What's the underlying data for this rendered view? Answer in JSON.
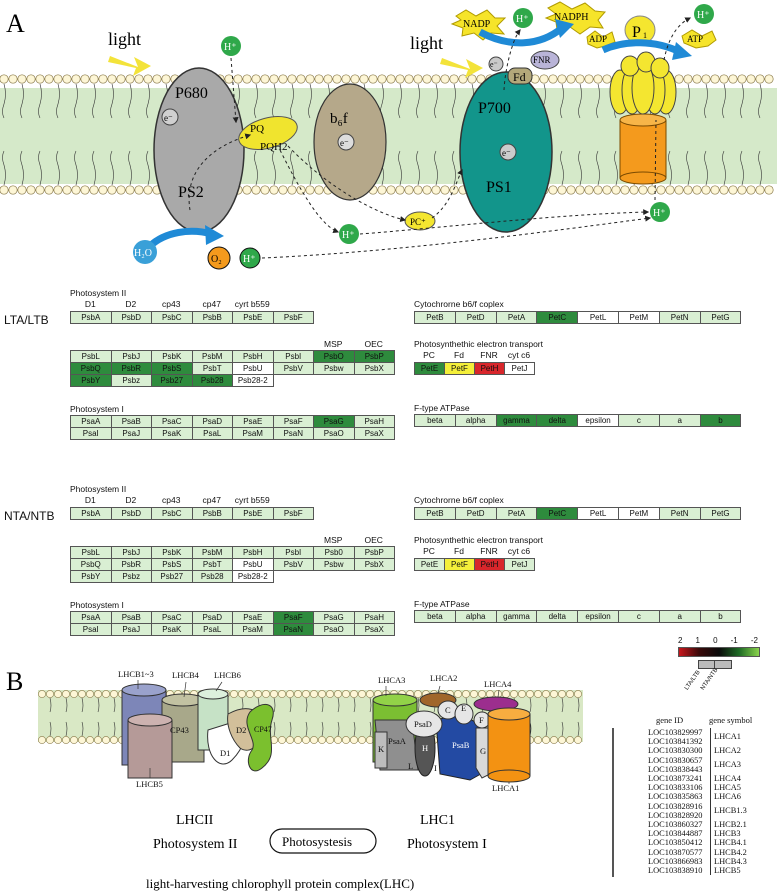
{
  "panel_a": {
    "letter": "A",
    "light_left": "light",
    "light_right": "light",
    "p680": "P680",
    "ps2": "PS2",
    "e_minus": "e⁻",
    "pq": "PQ",
    "pqh2": "PQH2",
    "b6f": "b₆f",
    "p700": "P700",
    "ps1": "PS1",
    "fd": "Fd",
    "fnr": "FNR",
    "nadp": "NADP",
    "nadph": "NADPH",
    "adp": "ADP",
    "atp": "ATP",
    "pi": "P",
    "pi_sub": "1",
    "h_plus": "H⁺",
    "h2o": "H₂O",
    "o2": "O₂",
    "pc": "PC⁺"
  },
  "sections": [
    {
      "label": "LTA/LTB",
      "ps2": {
        "title": "Photosystem II",
        "col_labels": [
          "D1",
          "D2",
          "cp43",
          "cp47",
          "cyrt b559",
          ""
        ],
        "rows": [
          [
            [
              "PsbA",
              "0"
            ],
            [
              "PsbD",
              "0"
            ],
            [
              "PsbC",
              "0"
            ],
            [
              "PsbB",
              "0"
            ],
            [
              "PsbE",
              "0"
            ],
            [
              "PsbF",
              "0"
            ]
          ]
        ]
      },
      "ps2b": {
        "col_labels": [
          "",
          "",
          "",
          "",
          "",
          "",
          "MSP",
          "OEC"
        ],
        "rows": [
          [
            [
              "PsbL",
              "0"
            ],
            [
              "PsbJ",
              "0"
            ],
            [
              "PsbK",
              "0"
            ],
            [
              "PsbM",
              "0"
            ],
            [
              "PsbH",
              "0"
            ],
            [
              "PsbI",
              "0"
            ],
            [
              "PsbO",
              "D"
            ],
            [
              "PsbP",
              "D"
            ]
          ],
          [
            [
              "PsbQ",
              "D"
            ],
            [
              "PsbR",
              "D"
            ],
            [
              "PsbS",
              "D"
            ],
            [
              "PsbT",
              "0"
            ],
            [
              "PsbU",
              "W"
            ],
            [
              "PsbV",
              "0"
            ],
            [
              "Psbw",
              "0"
            ],
            [
              "PsbX",
              "0"
            ]
          ],
          [
            [
              "PsbY",
              "D"
            ],
            [
              "Psbz",
              "0"
            ],
            [
              "Psb27",
              "D"
            ],
            [
              "Psb28",
              "D"
            ],
            [
              "Psb28-2",
              "W"
            ]
          ]
        ]
      },
      "ps1": {
        "title": "Photosystem I",
        "rows": [
          [
            [
              "PsaA",
              "0"
            ],
            [
              "PsaB",
              "0"
            ],
            [
              "PsaC",
              "0"
            ],
            [
              "PsaD",
              "0"
            ],
            [
              "PsaE",
              "0"
            ],
            [
              "PsaF",
              "0"
            ],
            [
              "PsaG",
              "D"
            ],
            [
              "PsaH",
              "0"
            ]
          ],
          [
            [
              "PsaI",
              "0"
            ],
            [
              "PsaJ",
              "0"
            ],
            [
              "PsaK",
              "0"
            ],
            [
              "PsaL",
              "0"
            ],
            [
              "PsaM",
              "0"
            ],
            [
              "PsaN",
              "0"
            ],
            [
              "PsaO",
              "0"
            ],
            [
              "PsaX",
              "0"
            ]
          ]
        ]
      },
      "b6f": {
        "title": "Cytochrorne b6/f coplex",
        "rows": [
          [
            [
              "PetB",
              "0"
            ],
            [
              "PetD",
              "0"
            ],
            [
              "PetA",
              "0"
            ],
            [
              "PetC",
              "D"
            ],
            [
              "PetL",
              "W"
            ],
            [
              "PetM",
              "W"
            ],
            [
              "PetN",
              "0"
            ],
            [
              "PetG",
              "0"
            ]
          ]
        ]
      },
      "pet": {
        "title": "Photosynthethic electron transport",
        "col_labels": [
          "PC",
          "Fd",
          "FNR",
          "cyt c6"
        ],
        "rows": [
          [
            [
              "PetE",
              "D"
            ],
            [
              "PetF",
              "Y"
            ],
            [
              "PetH",
              "R"
            ],
            [
              "PetJ",
              "W"
            ]
          ]
        ]
      },
      "atp": {
        "title": "F-type ATPase",
        "rows": [
          [
            [
              "beta",
              "0"
            ],
            [
              "alpha",
              "0"
            ],
            [
              "gamma",
              "D"
            ],
            [
              "delta",
              "D"
            ],
            [
              "epsilon",
              "W"
            ],
            [
              "c",
              "0"
            ],
            [
              "a",
              "0"
            ],
            [
              "b",
              "D"
            ]
          ]
        ]
      }
    },
    {
      "label": "NTA/NTB",
      "ps2": {
        "title": "Photosystem II",
        "col_labels": [
          "D1",
          "D2",
          "cp43",
          "cp47",
          "cyrt b559",
          ""
        ],
        "rows": [
          [
            [
              "PsbA",
              "0"
            ],
            [
              "PsbD",
              "0"
            ],
            [
              "PsbC",
              "0"
            ],
            [
              "PsbB",
              "0"
            ],
            [
              "PsbE",
              "0"
            ],
            [
              "PsbF",
              "0"
            ]
          ]
        ]
      },
      "ps2b": {
        "col_labels": [
          "",
          "",
          "",
          "",
          "",
          "",
          "MSP",
          "OEC"
        ],
        "rows": [
          [
            [
              "PsbL",
              "0"
            ],
            [
              "PsbJ",
              "0"
            ],
            [
              "PsbK",
              "0"
            ],
            [
              "PsbM",
              "0"
            ],
            [
              "PsbH",
              "0"
            ],
            [
              "PsbI",
              "0"
            ],
            [
              "Psb0",
              "0"
            ],
            [
              "PsbP",
              "0"
            ]
          ],
          [
            [
              "PsbQ",
              "0"
            ],
            [
              "PsbR",
              "0"
            ],
            [
              "PsbS",
              "0"
            ],
            [
              "PsbT",
              "0"
            ],
            [
              "PsbU",
              "W"
            ],
            [
              "PsbV",
              "0"
            ],
            [
              "Psbw",
              "0"
            ],
            [
              "PsbX",
              "0"
            ]
          ],
          [
            [
              "PsbY",
              "0"
            ],
            [
              "Psbz",
              "0"
            ],
            [
              "Psb27",
              "0"
            ],
            [
              "Psb28",
              "0"
            ],
            [
              "Psb28-2",
              "W"
            ]
          ]
        ]
      },
      "ps1": {
        "title": "Photosystem I",
        "rows": [
          [
            [
              "PsaA",
              "0"
            ],
            [
              "PsaB",
              "0"
            ],
            [
              "PsaC",
              "0"
            ],
            [
              "PsaD",
              "0"
            ],
            [
              "PsaE",
              "0"
            ],
            [
              "PsaF",
              "D"
            ],
            [
              "PsaG",
              "0"
            ],
            [
              "PsaH",
              "0"
            ]
          ],
          [
            [
              "PsaI",
              "0"
            ],
            [
              "PsaJ",
              "0"
            ],
            [
              "PsaK",
              "0"
            ],
            [
              "PsaL",
              "0"
            ],
            [
              "PsaM",
              "0"
            ],
            [
              "PsaN",
              "D"
            ],
            [
              "PsaO",
              "0"
            ],
            [
              "PsaX",
              "0"
            ]
          ]
        ]
      },
      "b6f": {
        "title": "Cytochrorne b6/f coplex",
        "rows": [
          [
            [
              "PetB",
              "0"
            ],
            [
              "PetD",
              "0"
            ],
            [
              "PetA",
              "0"
            ],
            [
              "PetC",
              "D"
            ],
            [
              "PetL",
              "W"
            ],
            [
              "PetM",
              "W"
            ],
            [
              "PetN",
              "0"
            ],
            [
              "PetG",
              "0"
            ]
          ]
        ]
      },
      "pet": {
        "title": "Photosynthethic electron transport",
        "col_labels": [
          "PC",
          "Fd",
          "FNR",
          "cyt c6"
        ],
        "rows": [
          [
            [
              "PetE",
              "0"
            ],
            [
              "PetF",
              "Y"
            ],
            [
              "PetH",
              "R"
            ],
            [
              "PetJ",
              "0"
            ]
          ]
        ]
      },
      "atp": {
        "title": "F-type ATPase",
        "rows": [
          [
            [
              "beta",
              "0"
            ],
            [
              "alpha",
              "0"
            ],
            [
              "gamma",
              "0"
            ],
            [
              "delta",
              "0"
            ],
            [
              "epsilon",
              "0"
            ],
            [
              "c",
              "0"
            ],
            [
              "a",
              "0"
            ],
            [
              "b",
              "0"
            ]
          ]
        ]
      }
    }
  ],
  "colors": {
    "0": "#d9efd3",
    "W": "#ffffff",
    "D": "#2e8b3d",
    "M": "#7dbf6a",
    "Y": "#f4ef3a",
    "R": "#d8262b"
  },
  "legend": {
    "ticks": [
      "2",
      "1",
      "0",
      "-1",
      "-2"
    ],
    "cols": [
      "LTA/LTB",
      "NTA/NTB"
    ]
  },
  "panel_b": {
    "letter": "B",
    "labels": {
      "lhcb13": "LHCB1~3",
      "lhcb4": "LHCB4",
      "lhcb6": "LHCB6",
      "lhcb5": "LHCB5",
      "cp43": "CP43",
      "cp47": "CP47",
      "d1": "D1",
      "d2": "D2",
      "lhca3": "LHCA3",
      "lhca2": "LHCA2",
      "lhca4": "LHCA4",
      "lhca1": "LHCA1",
      "psad": "PsaD",
      "psaa": "PsaA",
      "psab": "PsaB",
      "c": "C",
      "e": "E",
      "f": "F",
      "k": "K",
      "h": "H",
      "l": "L",
      "i": "I",
      "g": "G"
    },
    "lhcii": "LHCII",
    "lhc1": "LHC1",
    "ps2_name": "Photosystem II",
    "ps1_name": "Photosystem I",
    "center": "Photosystesis",
    "footer": "light-harvesting chlorophyll protein complex(LHC)"
  },
  "heatmap": {
    "gene_id_header": "gene ID",
    "gene_symbol_header": "gene symbol",
    "genes": [
      {
        "id": "LOC103829997",
        "cells": [
          "#0c2a14",
          "#43a34a"
        ]
      },
      {
        "id": "LOC103841392",
        "cells": [
          "#27762f",
          "#5cb548"
        ]
      },
      {
        "id": "LOC103830300",
        "cells": [
          "#1f6629",
          "#46a84a"
        ]
      },
      {
        "id": "LOC103830657",
        "cells": [
          "#0a1a0c",
          "#3f9c44"
        ]
      },
      {
        "id": "LOC103838443",
        "cells": [
          "#48ab4a",
          "#7ec64e"
        ]
      },
      {
        "id": "LOC103873241",
        "cells": [
          "#2c7f33",
          "#5ab649"
        ]
      },
      {
        "id": "LOC103833106",
        "cells": [
          "#3a9440",
          "#1a3d1e"
        ]
      },
      {
        "id": "LOC103835863",
        "cells": [
          "#50b04b",
          "#2d7a33"
        ]
      },
      {
        "id": "LOC103828916",
        "cells": [
          "#56b44a",
          "#79c44e"
        ]
      },
      {
        "id": "LOC103828920",
        "cells": [
          "#3f9c44",
          "#69bd4c"
        ]
      },
      {
        "id": "LOC103860327",
        "cells": [
          "#31863a",
          "#4fae4b"
        ]
      },
      {
        "id": "LOC103844887",
        "cells": [
          "#2a7a31",
          "#73c24d"
        ]
      },
      {
        "id": "LOC103850412",
        "cells": [
          "#7a1c1a",
          "#4ba94b"
        ]
      },
      {
        "id": "LOC103870577",
        "cells": [
          "#3d9a42",
          "#0f2612"
        ]
      },
      {
        "id": "LOC103866983",
        "cells": [
          "#66bb4c",
          "#2b7b31"
        ]
      },
      {
        "id": "LOC103838910",
        "cells": [
          "#1d5c24",
          "#56b44a"
        ]
      }
    ],
    "symbols": [
      {
        "name": "LHCA1",
        "span": 2
      },
      {
        "name": "LHCA2",
        "span": 1
      },
      {
        "name": "LHCA3",
        "span": 2
      },
      {
        "name": "LHCA4",
        "span": 1
      },
      {
        "name": "LHCA5",
        "span": 1
      },
      {
        "name": "LHCA6",
        "span": 1
      },
      {
        "name": "LHCB1.3",
        "span": 2
      },
      {
        "name": "LHCB2.1",
        "span": 1
      },
      {
        "name": "LHCB3",
        "span": 1
      },
      {
        "name": "LHCB4.1",
        "span": 1
      },
      {
        "name": "LHCB4.2",
        "span": 1
      },
      {
        "name": "LHCB4.3",
        "span": 1
      },
      {
        "name": "LHCB5",
        "span": 1
      }
    ]
  }
}
